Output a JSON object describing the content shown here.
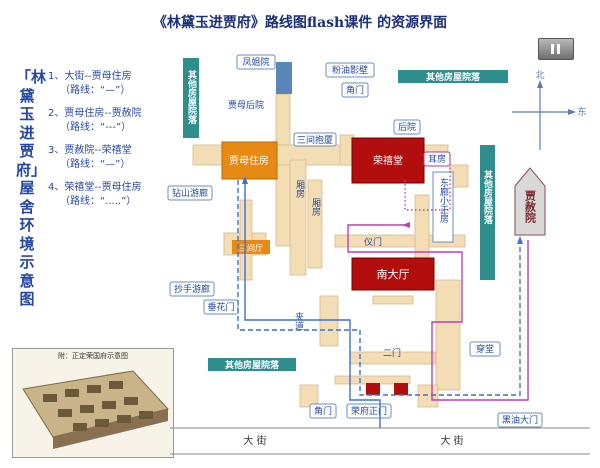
{
  "title": "《林黛玉进贾府》路线图flash课件 的资源界面",
  "vertical_title": "「林黛玉进贾府」屋舍环境示意图",
  "routes": [
    {
      "line": "1、大街--贾母住房",
      "sub": "（路线：“—”）"
    },
    {
      "line": "2、贾母住房--贾赦院",
      "sub": "（路线：“---”）"
    },
    {
      "line": "3、贾赦院--荣禧堂",
      "sub": "（路线：“—”）"
    },
    {
      "line": "4、荣禧堂--贾母住房",
      "sub": "（路线：“.....”）"
    }
  ],
  "map_caption": "附：正定荣国府示意图",
  "compass": {
    "north": "北",
    "east": "东"
  },
  "buildings": {
    "jiamu": "贾母住房",
    "rongxi": "荣禧堂",
    "nandating": "南大厅",
    "sanjianting": "三间厅",
    "jiasheyuan": "贾赦院",
    "donglang": "东廊小正房",
    "erfang": "耳房",
    "houfang": "后院",
    "fengjie": "凤姐院",
    "fenyou": "粉油影壁",
    "jiamuhouyuan": "贾母后院",
    "sanjianbaoxia": "三间抱厦",
    "jiaomen_top": "角门",
    "jiaomen_bottom": "角门",
    "chuanshanyoulang": "钻山游廊",
    "chaoshouyoulang": "抄手游廊",
    "chuihuamen": "垂花门",
    "xiangfang_left": "厢房",
    "xiangfang_right": "厢房",
    "yimen": "仪门",
    "jiadao": "夹道",
    "ermen": "二门",
    "chuantang": "穿堂",
    "rongfuzhengmen": "荣府正门",
    "heiyoudamen": "黑油大门",
    "other_top_left": "其他房屋院落",
    "other_top_right": "其他房屋院落",
    "other_right": "其他房屋院落",
    "other_bottom": "其他房屋院落",
    "dajie_left": "大 街",
    "dajie_right": "大 街"
  }
}
